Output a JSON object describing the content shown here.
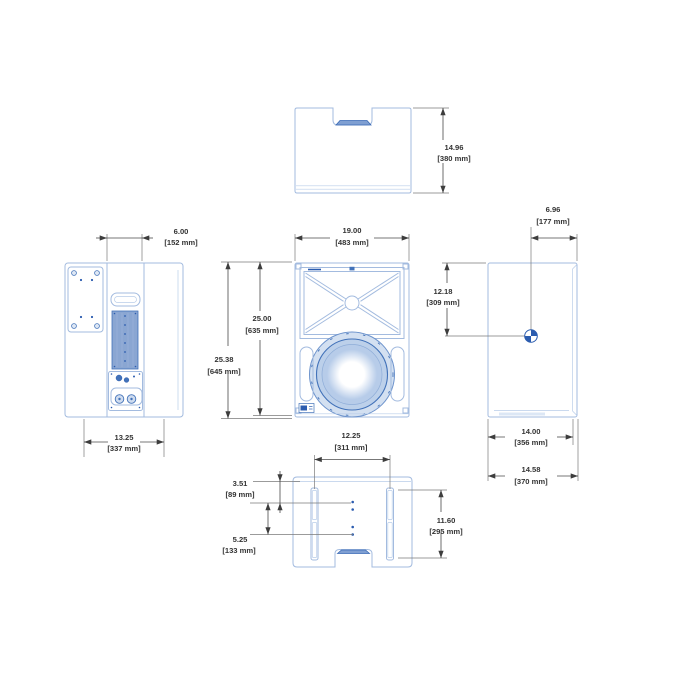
{
  "dims": {
    "top_depth": {
      "in": "14.96",
      "mm": "[380 mm]"
    },
    "rear_module_width": {
      "in": "6.00",
      "mm": "[152 mm]"
    },
    "rear_width": {
      "in": "13.25",
      "mm": "[337 mm]"
    },
    "front_width": {
      "in": "19.00",
      "mm": "[483 mm]"
    },
    "front_height": {
      "in": "25.00",
      "mm": "[635 mm]"
    },
    "front_height_overall": {
      "in": "25.38",
      "mm": "[645 mm]"
    },
    "cg_horizontal": {
      "in": "6.96",
      "mm": "[177 mm]"
    },
    "cg_vertical": {
      "in": "12.18",
      "mm": "[309 mm]"
    },
    "side_depth": {
      "in": "14.00",
      "mm": "[356 mm]"
    },
    "side_depth_overall": {
      "in": "14.58",
      "mm": "[370 mm]"
    },
    "rail_spacing": {
      "in": "12.25",
      "mm": "[311 mm]"
    },
    "insert_offset_1": {
      "in": "3.51",
      "mm": "[89 mm]"
    },
    "insert_offset_2": {
      "in": "5.25",
      "mm": "[133 mm]"
    },
    "rail_length": {
      "in": "11.60",
      "mm": "[295 mm]"
    }
  },
  "colors": {
    "outline": "#a3bbdf",
    "detail_blue": "#4272b9",
    "accent_blue": "#2b5caf",
    "dimension": "#4a4a4a"
  }
}
